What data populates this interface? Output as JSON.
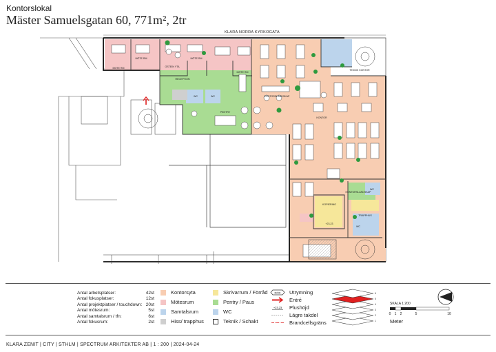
{
  "header": {
    "subtitle": "Kontorslokal",
    "title": "Mäster Samuelsgatan 60, 771m², 2tr"
  },
  "plan": {
    "street_label": "KLARA NORRA KYRKOGATA",
    "rooms": {
      "mote1": "MÖTE RM",
      "mote2": "MÖTE RM",
      "mote3": "MÖTE RM",
      "mote4": "MÖTE RM",
      "ostein": "OSTEIN YTA",
      "reception": "RECEPTION",
      "pentry": "PENTRY",
      "kontor_left": "KONTORSLANDSKAP",
      "kontor_right": "KONTORSLANDSKAP",
      "kontor_top": "TEKNIK KONTOR",
      "kontor_mid": "KONTOR",
      "kopiering": "KOPIERING",
      "wc1": "WC",
      "wc2": "WC",
      "wc3": "WC",
      "wc4": "WC",
      "trapphus": "TRAPPHUS",
      "plushojd": "+23,23"
    }
  },
  "stats": [
    {
      "label": "Antal arbetsplatser:",
      "value": "42st"
    },
    {
      "label": "Antal fokusplatser:",
      "value": "12st"
    },
    {
      "label": "Antal projektplatser / touchdown:",
      "value": "20st"
    },
    {
      "label": "Antal mötesrum:",
      "value": "5st"
    },
    {
      "label": "Antal samtalsrum / tfn:",
      "value": "6st"
    },
    {
      "label": "Antal fokusrum:",
      "value": "2st"
    }
  ],
  "legend_colors": {
    "kontorsyta": "#f8cdb2",
    "motesrum": "#f5c5c5",
    "samtalsrum": "#bcd4ec",
    "hiss": "#cfcfcf",
    "skrivarrum": "#f6e79a",
    "pentry": "#a9dc93",
    "teknik": "#ffffff",
    "arrow": "#e02020"
  },
  "legend": {
    "kontorsyta": "Kontorsyta",
    "motesrum": "Mötesrum",
    "samtalsrum": "Samtalsrum",
    "hiss": "Hiss/ trapphus",
    "skrivarrum": "Skrivarrum / Förråd",
    "pentry": "Pentry / Paus",
    "wc": "WC",
    "teknik": "Teknik / Schakt",
    "utrymning": "Utrymning",
    "entre": "Entré",
    "plushojd": "Plushöjd",
    "lagre_takdel": "Lägre takdel",
    "brandcellsgrans": "Brandcellsgräns",
    "plushojd_symbol": "+23,23",
    "utrymning_symbol": "NÖD"
  },
  "scale": {
    "title": "SKALA 1:200",
    "ticks": [
      "0",
      "1",
      "2",
      "5",
      "10"
    ],
    "unit": "Meter"
  },
  "footer": "KLARA ZENIT | CITY | STHLM | SPECTRUM ARKITEKTER AB | 1 : 200 | 2024-04-24"
}
